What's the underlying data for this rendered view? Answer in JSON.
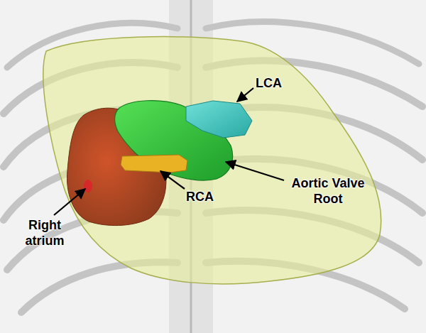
{
  "diagram": {
    "labels": [
      "LCA",
      "Aortic Valve Root",
      "RCA",
      "Right atrium"
    ]
  }
}
